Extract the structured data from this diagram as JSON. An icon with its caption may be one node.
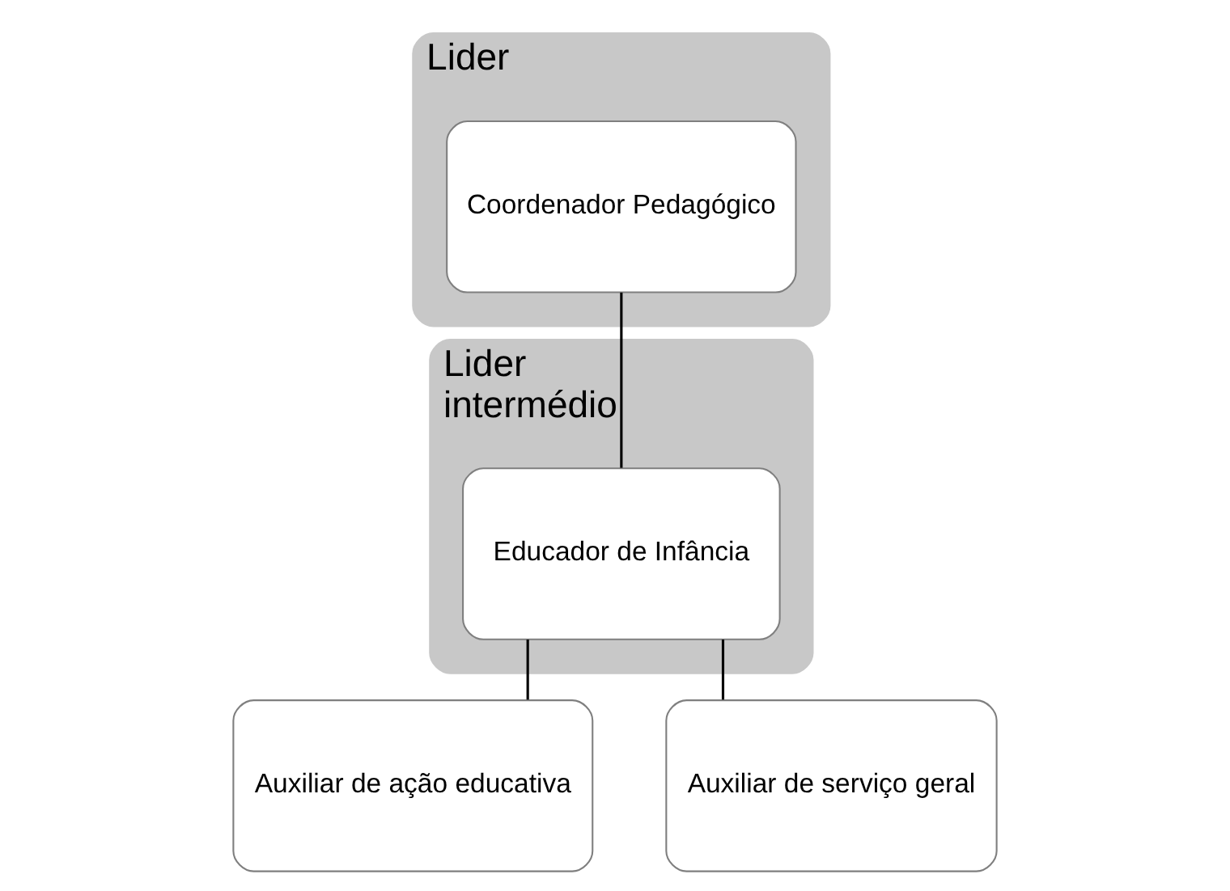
{
  "diagram": {
    "nodes": [
      {
        "text": [
          "Lider"
        ]
      },
      {
        "text": [
          "Coordenador Pedagógico"
        ],
        "in": 0
      },
      {
        "text": [
          "Lider intermédio"
        ]
      },
      {
        "text": [
          "Educador de Infância"
        ],
        "in": 2
      },
      {
        "text": [
          "Auxiliar de ação educativa"
        ]
      },
      {
        "text": [
          "Auxiliar de serviço geral"
        ]
      }
    ],
    "edges": [
      {
        "from": 1,
        "to": 3,
        "arrow": "none"
      },
      {
        "from": 3,
        "to": 4,
        "arrow": "none"
      },
      {
        "from": 3,
        "to": 5,
        "arrow": "none"
      }
    ]
  }
}
